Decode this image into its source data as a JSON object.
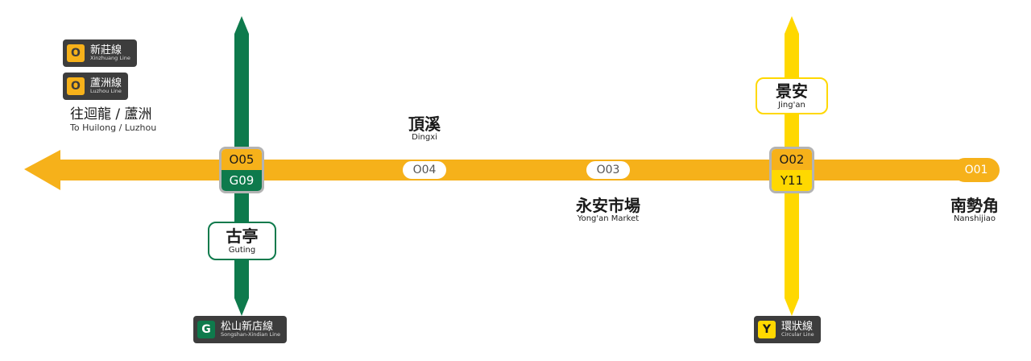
{
  "colors": {
    "orange_line": "#f6b11a",
    "green_line": "#0e7a4c",
    "yellow_line": "#ffd800",
    "badge_bg": "#3d3d3d",
    "transfer_border": "#b3b3b3"
  },
  "badges": {
    "xinzhuang": {
      "letter": "O",
      "zh": "新莊線",
      "en": "Xinzhuang Line"
    },
    "luzhou": {
      "letter": "O",
      "zh": "蘆洲線",
      "en": "Luzhou Line"
    },
    "songshan": {
      "letter": "G",
      "zh": "松山新店線",
      "en": "Songshan-Xindian Line"
    },
    "circular": {
      "letter": "Y",
      "zh": "環狀線",
      "en": "Circular Line"
    }
  },
  "direction": {
    "zh": "往迴龍 / 蘆洲",
    "en": "To Huilong / Luzhou"
  },
  "stations": {
    "guting": {
      "zh": "古亭",
      "en": "Guting",
      "code_orange": "O05",
      "code_green": "G09"
    },
    "dingxi": {
      "zh": "頂溪",
      "en": "Dingxi",
      "code": "O04"
    },
    "yongan": {
      "zh": "永安市場",
      "en": "Yong'an Market",
      "code": "O03"
    },
    "jingan": {
      "zh": "景安",
      "en": "Jing'an",
      "code_orange": "O02",
      "code_yellow": "Y11"
    },
    "nanshijiao": {
      "zh": "南勢角",
      "en": "Nanshijiao",
      "code": "O01"
    }
  }
}
